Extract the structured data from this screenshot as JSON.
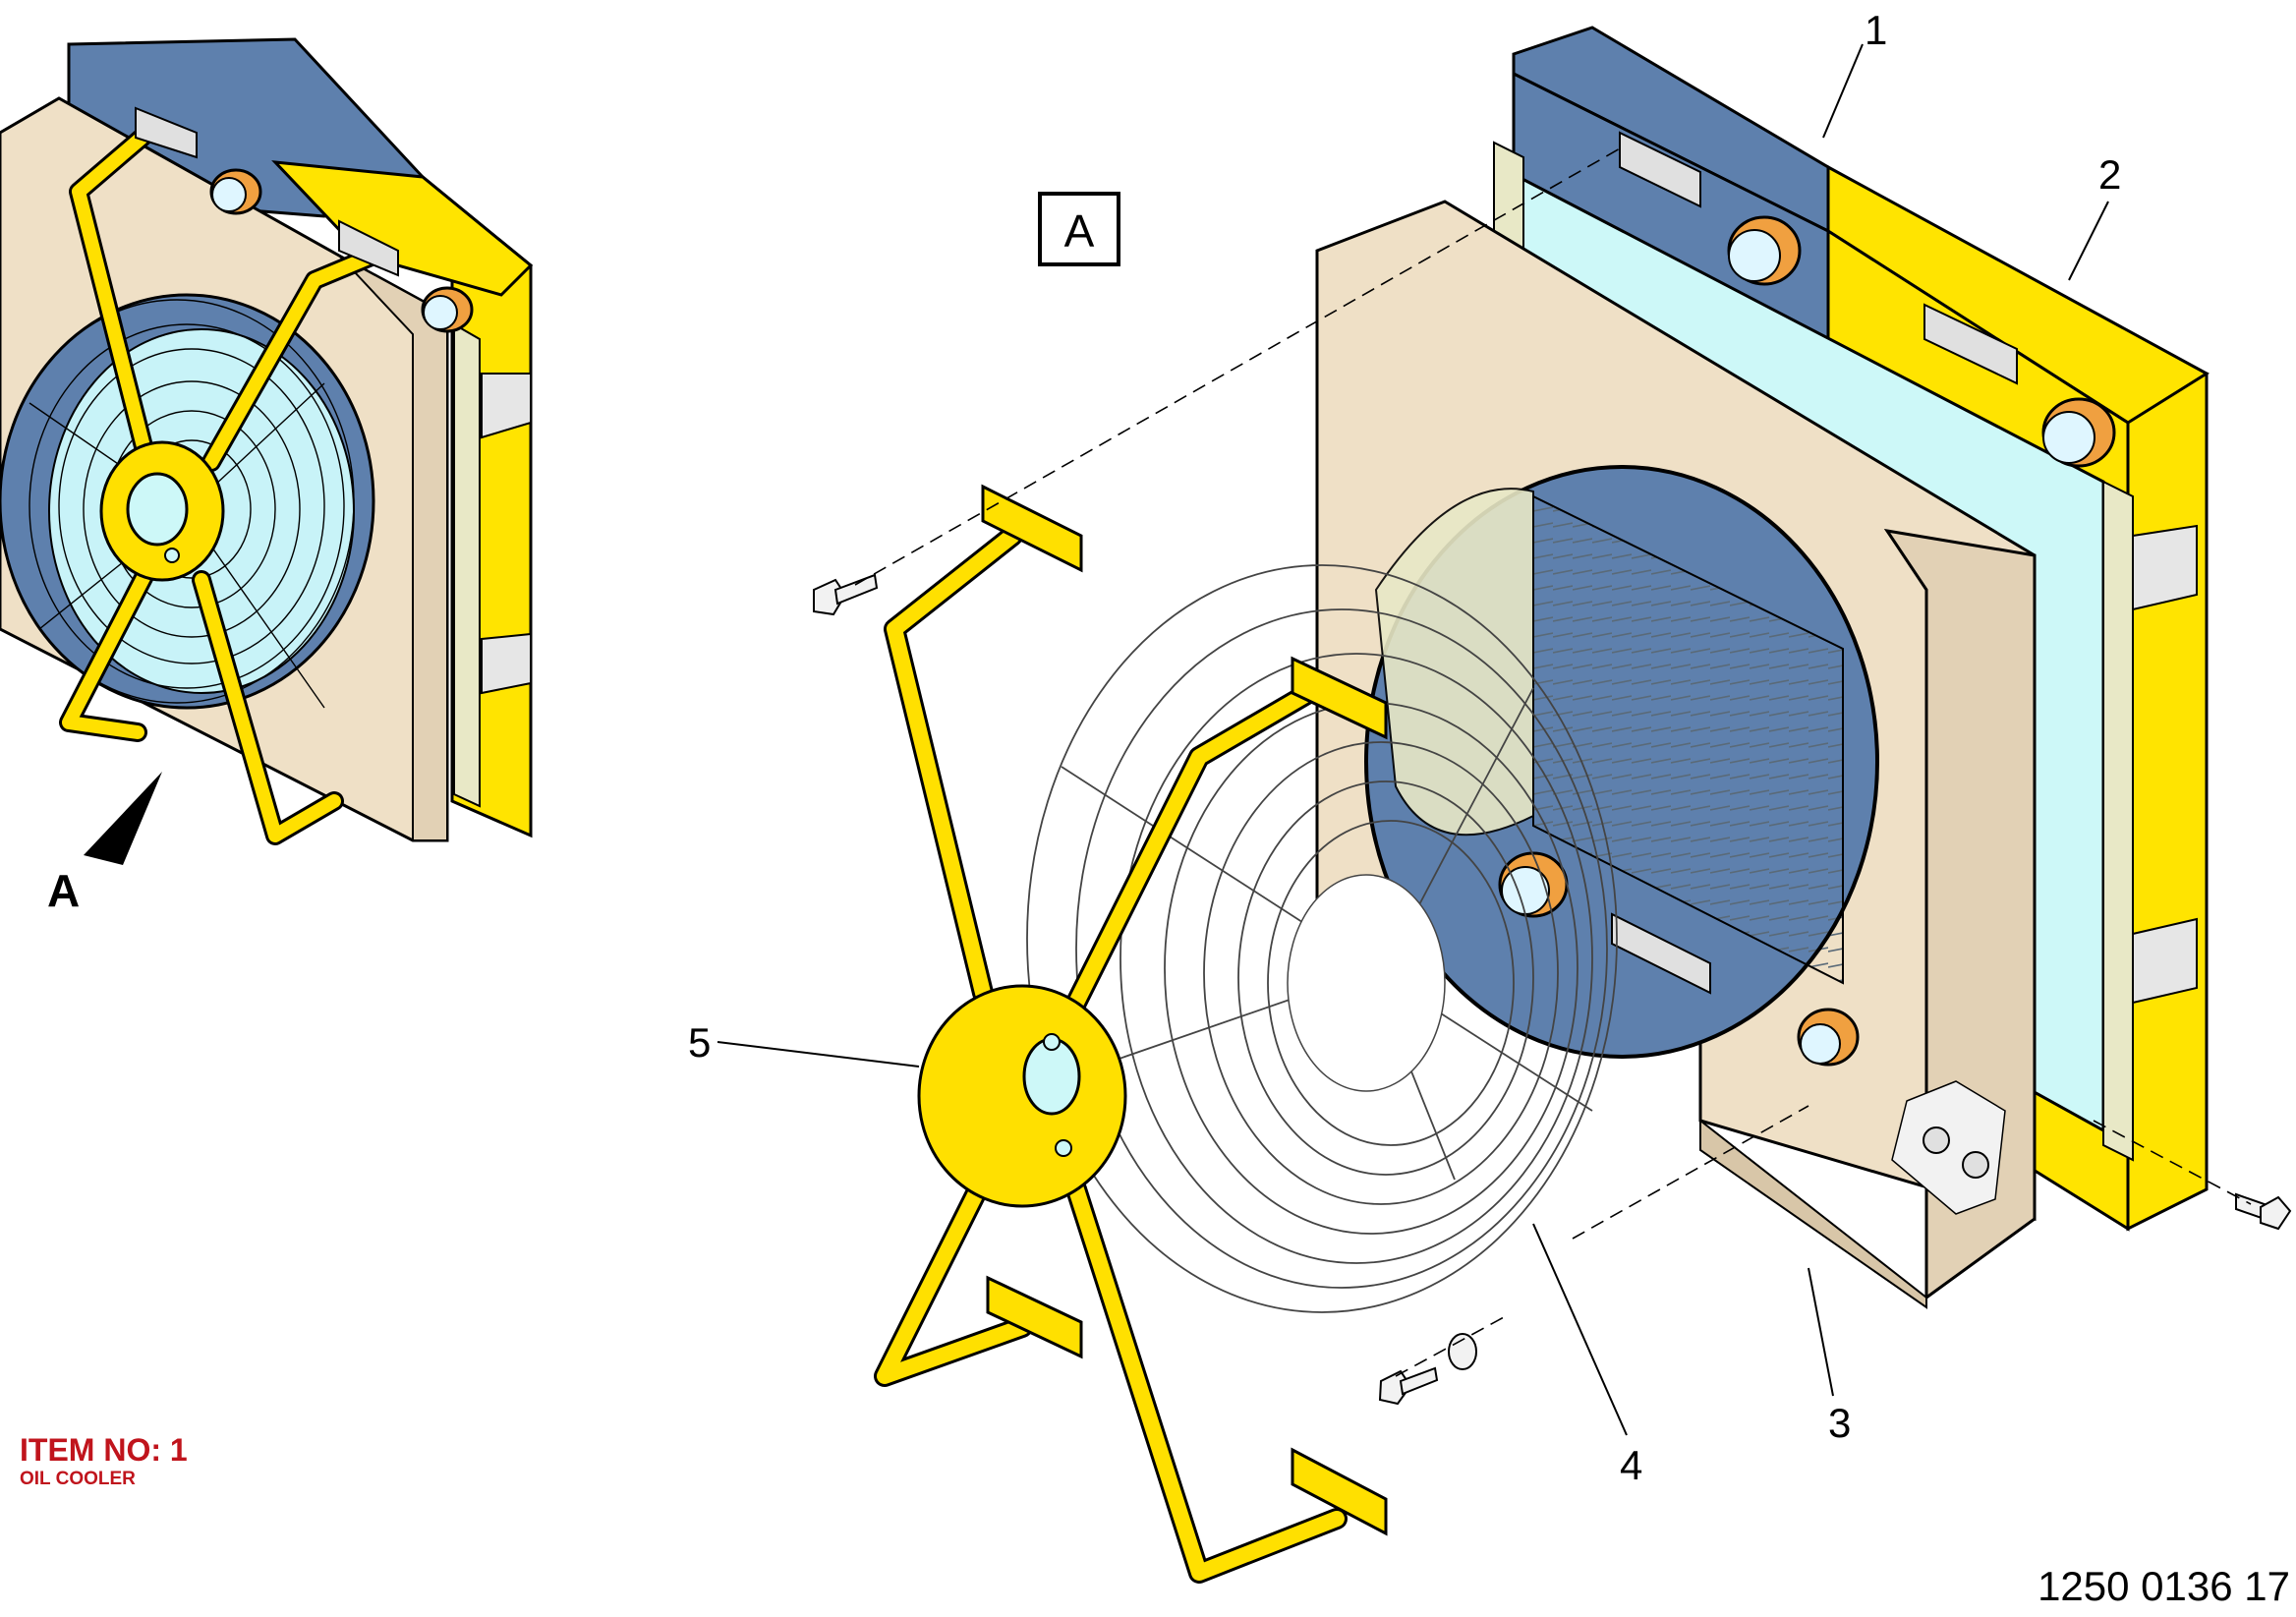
{
  "view_label": "A",
  "view_arrow_label": "A",
  "callouts": [
    "1",
    "2",
    "3",
    "4",
    "5"
  ],
  "item": {
    "label": "ITEM NO: 1",
    "description": "OIL COOLER"
  },
  "document_number": "1250 0136 17",
  "colors": {
    "housing": "#efe0c6",
    "oil_section": "#5e80ad",
    "water_section": "#ffe400",
    "core": "#cdf8f8",
    "cap": "#f0a040",
    "guard_bracket": "#ffe000",
    "item_text": "#c0141c"
  }
}
